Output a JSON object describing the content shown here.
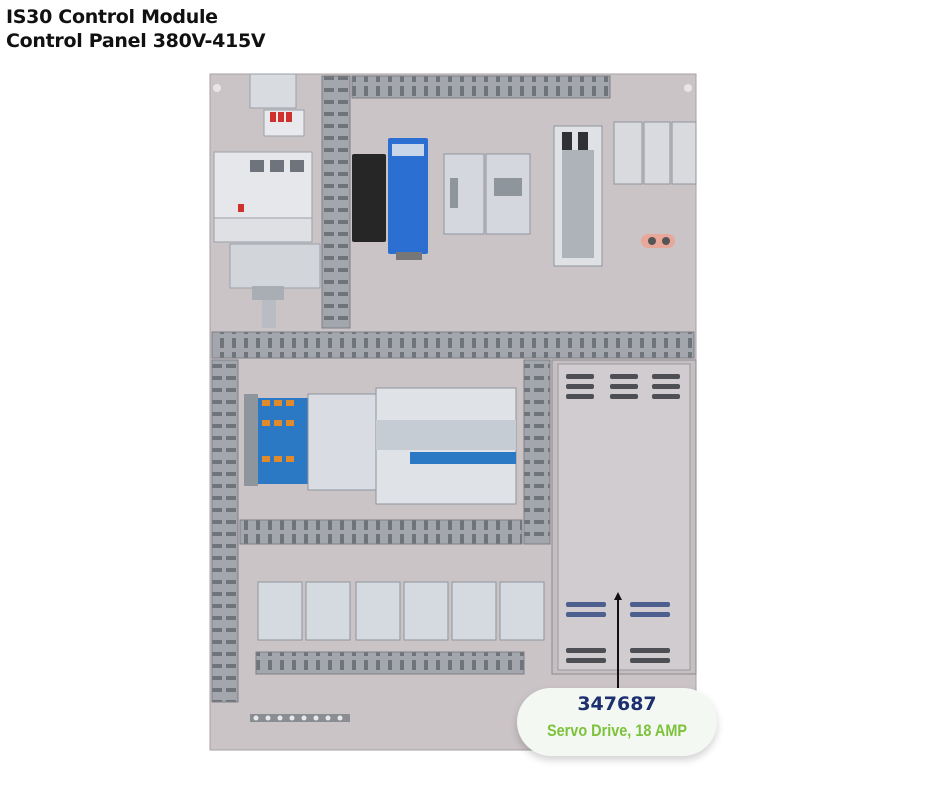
{
  "header": {
    "title_line1": "IS30 Control Module",
    "title_line2": "Control Panel 380V-415V"
  },
  "callout": {
    "part_number": "347687",
    "description": "Servo Drive, 18 AMP"
  },
  "colors": {
    "backplate": "#cbc4c7",
    "duct": "#9ea2a8",
    "terminal_blue": "#2b78c4",
    "terminal_orange": "#e08a2c",
    "power_supply_blue": "#2a6fd1",
    "servo_drive_cover": "#c4bfc2",
    "part_number_text": "#1c2f6e",
    "description_text": "#7cc23b"
  },
  "icons": [
    "power-supply-icon",
    "contactor-icon",
    "circuit-breaker-icon",
    "fuse-holder-icon",
    "plc-module-icon",
    "terminal-block-icon",
    "servo-drive-icon",
    "relay-icon",
    "ground-bar-icon"
  ]
}
